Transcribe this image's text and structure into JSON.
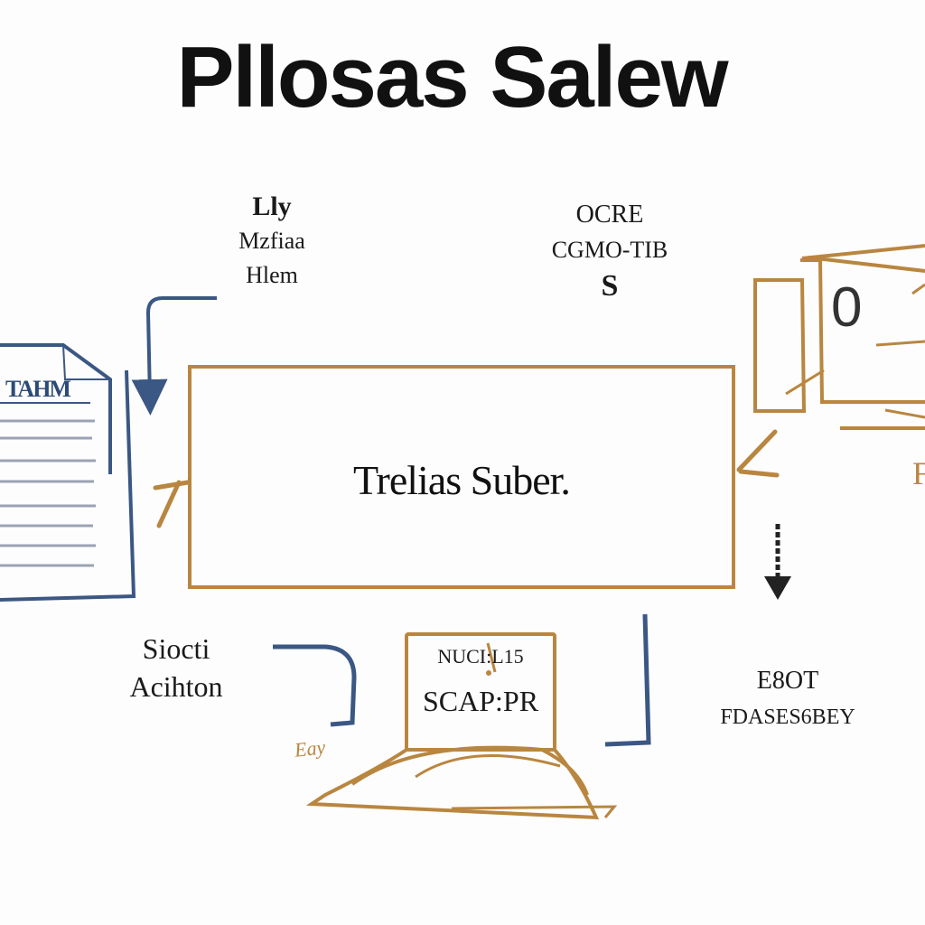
{
  "title": "Pllosas Salew",
  "center_box": {
    "label": "Trelias Suber."
  },
  "nodes": {
    "top_left": {
      "lines": [
        "Lly",
        "Mzfiaa",
        "Hlem"
      ]
    },
    "top_mid": {
      "lines": [
        "OCRE",
        "CGMO-TIB",
        "S"
      ]
    },
    "bottom_left": {
      "lines": [
        "Siocti",
        "Acihton"
      ]
    },
    "bottom_right": {
      "lines": [
        "E8OT",
        "FDASES6BEY"
      ]
    },
    "right_edge": {
      "text": "F"
    },
    "monitor_screen": {
      "text": "0"
    },
    "document": {
      "header": "TAHM"
    },
    "laptop": {
      "line1": "NUCI:L15",
      "line2": "SCAP:PR",
      "badge": "Eay"
    }
  },
  "colors": {
    "navy": "#3b5784",
    "tan": "#b98640",
    "text": "#111111"
  }
}
